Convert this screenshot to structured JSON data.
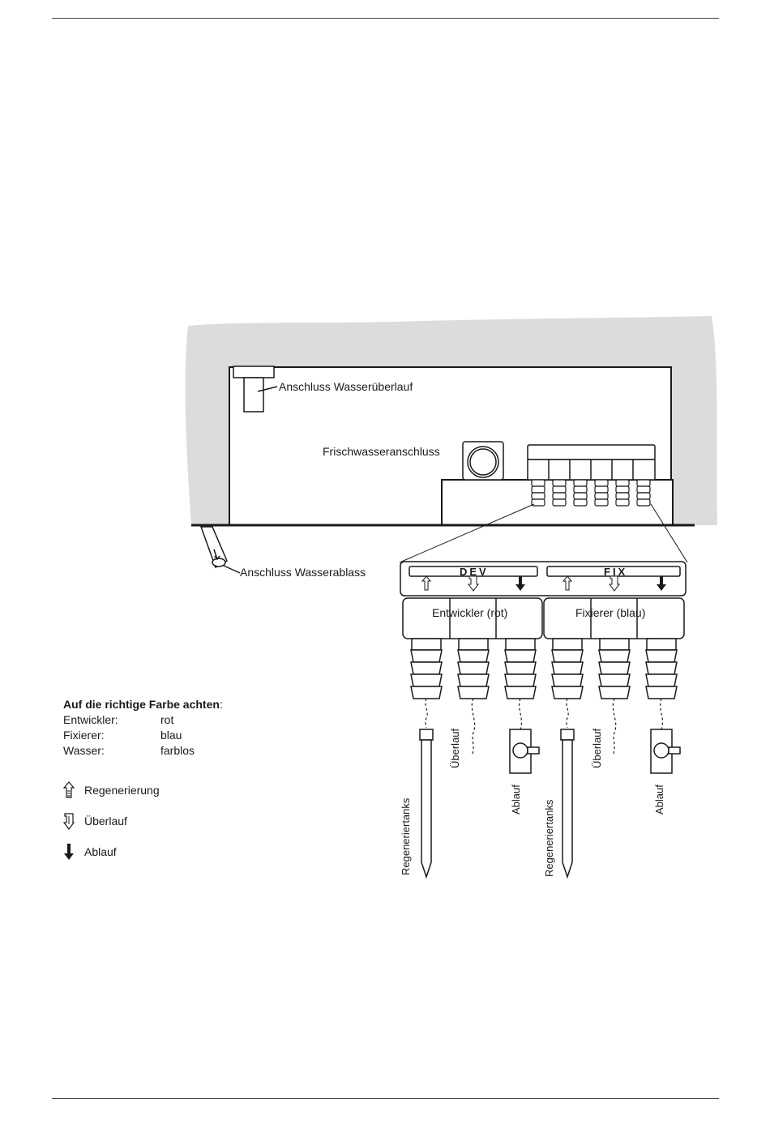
{
  "labels": {
    "overflow_connection": "Anschluss Wasserüberlauf",
    "fresh_water_connection": "Frischwasseranschluss",
    "drain_connection": "Anschluss Wasserablass",
    "dev_header": "DEV",
    "fix_header": "FIX",
    "developer_block": "Entwickler (rot)",
    "fixer_block": "Fixierer (blau)",
    "regen_tanks_1": "Regeneriertanks",
    "overflow_1": "Überlauf",
    "drain_1": "Ablauf",
    "regen_tanks_2": "Regeneriertanks",
    "overflow_2": "Überlauf",
    "drain_2": "Ablauf"
  },
  "legend": {
    "title": "Auf die richtige Farbe achten",
    "title_suffix": ":",
    "rows": [
      {
        "key": "Entwickler:",
        "value": "rot"
      },
      {
        "key": "Fixierer:",
        "value": "blau"
      },
      {
        "key": "Wasser:",
        "value": "farblos"
      }
    ]
  },
  "symbols": [
    {
      "icon": "regeneration-arrow-icon",
      "label": "Regenerierung"
    },
    {
      "icon": "overflow-arrow-icon",
      "label": "Überlauf"
    },
    {
      "icon": "drain-arrow-icon",
      "label": "Ablauf"
    }
  ],
  "colors": {
    "wall_gray": "#dcdcdc",
    "line": "#1a1a1a"
  }
}
